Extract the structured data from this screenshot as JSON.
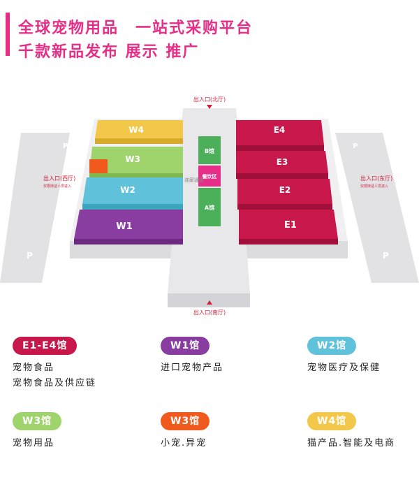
{
  "header": {
    "line1": "全球宠物用品　一站式采购平台",
    "line2": "千款新品发布 展示 推广",
    "color": "#e62e88"
  },
  "map": {
    "parking_left_top": "P",
    "parking_left_bottom": "P",
    "parking_right_top": "P",
    "parking_right_bottom": "P",
    "entrance_north": "出入口(北厅)",
    "entrance_south": "出入口(南厅)",
    "entrance_west": "出入口(西厅)",
    "entrance_west_note": "仅限持证人员进入",
    "entrance_east": "出入口(东厅)",
    "entrance_east_note": "仅限持证人员进入",
    "corridor_label": "连廊通道",
    "center_top": "B馆",
    "center_mid": "餐饮区",
    "center_bottom": "A馆",
    "halls": {
      "w4": "W4",
      "w3": "W3",
      "w2": "W2",
      "w1": "W1",
      "e4": "E4",
      "e3": "E3",
      "e2": "E2",
      "e1": "E1"
    },
    "colors": {
      "w4": "#f3c84a",
      "w3": "#9fd36b",
      "w2": "#5fc2da",
      "w1": "#8a3da0",
      "east": "#c8174a",
      "green": "#4caf5a",
      "pink": "#e62e88",
      "orange": "#f05a1c"
    }
  },
  "legend": [
    {
      "pill": "E1-E4馆",
      "color": "#c8174a",
      "lines": [
        "宠物食品",
        "宠物食品及供应链"
      ]
    },
    {
      "pill": "W1馆",
      "color": "#8a3da0",
      "lines": [
        "进口宠物产品"
      ]
    },
    {
      "pill": "W2馆",
      "color": "#5fc2da",
      "lines": [
        "宠物医疗及保健"
      ]
    },
    {
      "pill": "W3馆",
      "color": "#9fd36b",
      "lines": [
        "宠物用品"
      ]
    },
    {
      "pill": "W3馆",
      "color": "#f05a1c",
      "lines": [
        "小宠.异宠"
      ]
    },
    {
      "pill": "W4馆",
      "color": "#f3c84a",
      "lines": [
        "猫产品.智能及电商"
      ]
    }
  ]
}
